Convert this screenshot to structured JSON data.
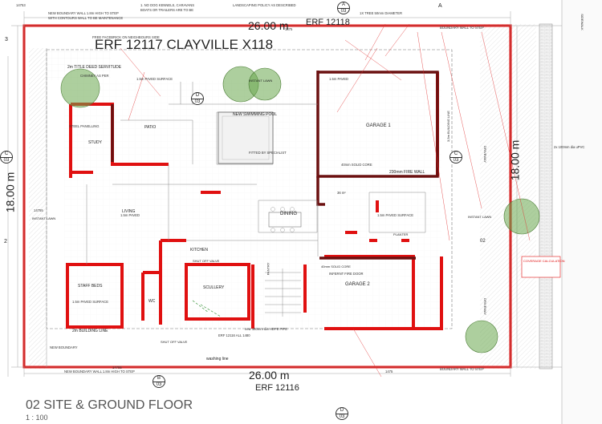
{
  "drawing": {
    "erf_main": "ERF 12117 CLAYVILLE X118",
    "erf_top": "ERF 12118",
    "erf_bottom": "ERF 12116",
    "dim_top": "26.00 m",
    "dim_bottom": "26.00 m",
    "dim_left": "18.00 m",
    "dim_right": "18.00 m",
    "view_title": "02 SITE & GROUND FLOOR",
    "scale": "1 : 100"
  },
  "rooms": {
    "patio": "PATIO",
    "study": "STUDY",
    "living": "LIVING",
    "kitchen": "KITCHEN",
    "dining": "DINING",
    "garage1": "GARAGE 1",
    "garage2": "GARAGE 2",
    "staff_beds": "STAFF BEDS",
    "scullery": "SCULLERY",
    "wc": "WC",
    "pantry": "PANTRY",
    "swimming_pool": "NEW SWIMMING POOL",
    "laundry": "washing line"
  },
  "annotations": {
    "instant_lawn": "INSTANT LAWN",
    "building_line": "2m BUILDING LINE",
    "title_deed": "2m TITLE DEED SERVITUDE",
    "shut_off_valve": "SHUT OFF VALVE",
    "fire_wall": "230mm FIRE WALL",
    "solid_core": "40mm SOLID CORE",
    "coverage": "COVERAGE CALCULATION",
    "boundary_wall": "NEW BOUNDARY WALL 1.8m HIGH TO STEP WITH CONTOURS",
    "driveway": "DRIVEWAY",
    "sidewalk": "SIDEWALK",
    "planter": "PLANTER",
    "servitude_east": "3,5m BUILDING LINE"
  },
  "markers": {
    "top_a": "A",
    "top_a_n": "03",
    "top_d": "D",
    "top_d_n": "03",
    "bottom_b": "B",
    "bottom_b_n": "03",
    "bottom_d": "D",
    "bottom_d_n": "03",
    "left_c": "C",
    "left_c_n": "03",
    "right_c": "C",
    "right_c_n": "03",
    "axis_top_a": "A",
    "axis_left_2": "2",
    "axis_left_3": "3",
    "axis_right_2": "02"
  },
  "colors": {
    "wall_red": "#e01010",
    "wall_dark": "#6b1010",
    "tree_green": "#6aa84f",
    "line_grey": "#888888"
  }
}
